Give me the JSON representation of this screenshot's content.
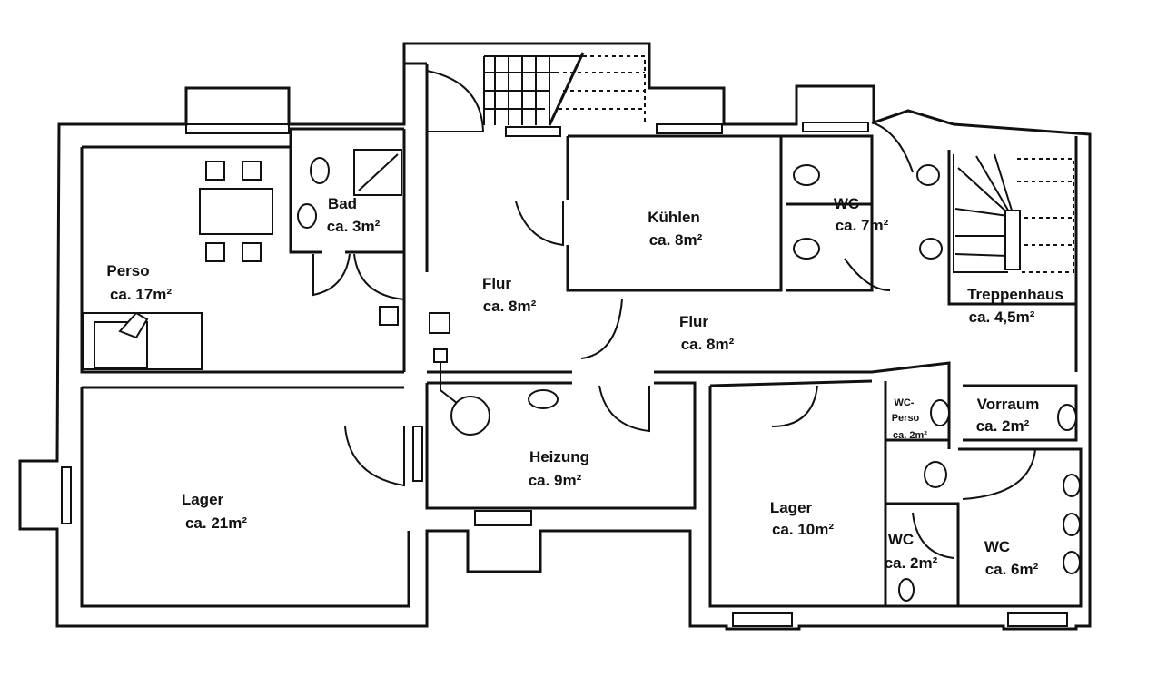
{
  "rooms": [
    {
      "id": "perso",
      "name": "Perso",
      "area": "ca. 17m²"
    },
    {
      "id": "bad",
      "name": "Bad",
      "area": "ca. 3m²"
    },
    {
      "id": "flur1",
      "name": "Flur",
      "area": "ca. 8m²"
    },
    {
      "id": "kuehlen",
      "name": "Kühlen",
      "area": "ca. 8m²"
    },
    {
      "id": "wc7",
      "name": "WC",
      "area": "ca. 7m²"
    },
    {
      "id": "treppenhaus",
      "name": "Treppenhaus",
      "area": "ca. 4,5m²"
    },
    {
      "id": "flur2",
      "name": "Flur",
      "area": "ca. 8m²"
    },
    {
      "id": "lager21",
      "name": "Lager",
      "area": "ca. 21m²"
    },
    {
      "id": "heizung",
      "name": "Heizung",
      "area": "ca. 9m²"
    },
    {
      "id": "lager10",
      "name": "Lager",
      "area": "ca. 10m²"
    },
    {
      "id": "wcperso",
      "name": "WC-\nPerso",
      "area": "ca. 2m²"
    },
    {
      "id": "vorraum",
      "name": "Vorraum",
      "area": "ca. 2m²"
    },
    {
      "id": "wc2",
      "name": "WC",
      "area": "ca. 2m²"
    },
    {
      "id": "wc6",
      "name": "WC",
      "area": "ca. 6m²"
    }
  ]
}
